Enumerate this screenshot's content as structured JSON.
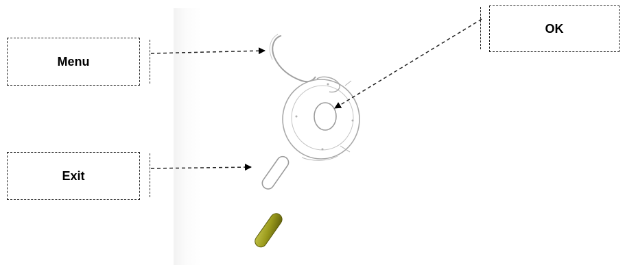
{
  "callouts": {
    "menu": {
      "label": "Menu"
    },
    "exit": {
      "label": "Exit"
    },
    "ok": {
      "label": "OK"
    }
  },
  "colors": {
    "outline": "#9a9a9a",
    "dashed": "#222222",
    "green_button": "#9a9a1c"
  },
  "icons": [
    "menu-key",
    "ok-key",
    "directional-ring",
    "exit-key",
    "green-key"
  ]
}
